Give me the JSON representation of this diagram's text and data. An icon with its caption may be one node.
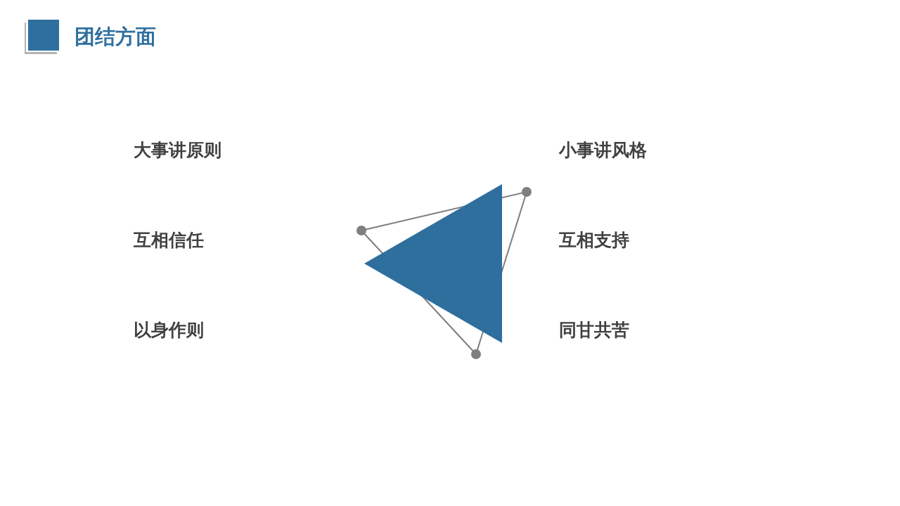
{
  "diagram": {
    "title": "团结方面",
    "labels": [
      "大事讲原则",
      "小事讲风格",
      "互相信任",
      "互相支持",
      "以身作则",
      "同甘共苦"
    ]
  }
}
